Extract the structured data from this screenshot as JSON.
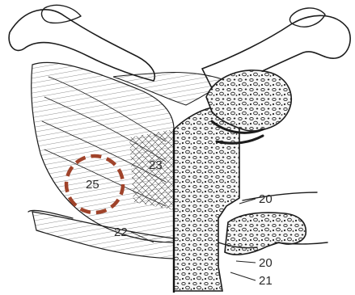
{
  "labels": {
    "l25": "25",
    "l23": "23",
    "l22": "22",
    "l20a": "20",
    "l20b": "20",
    "l21": "21"
  },
  "highlight": {
    "shape": "dashed-circle",
    "color": "#a0432a",
    "marks_label": "25"
  },
  "colors": {
    "ink": "#1c1c1c",
    "paper": "#ffffff",
    "bone_fill": "#f4f4f4"
  }
}
